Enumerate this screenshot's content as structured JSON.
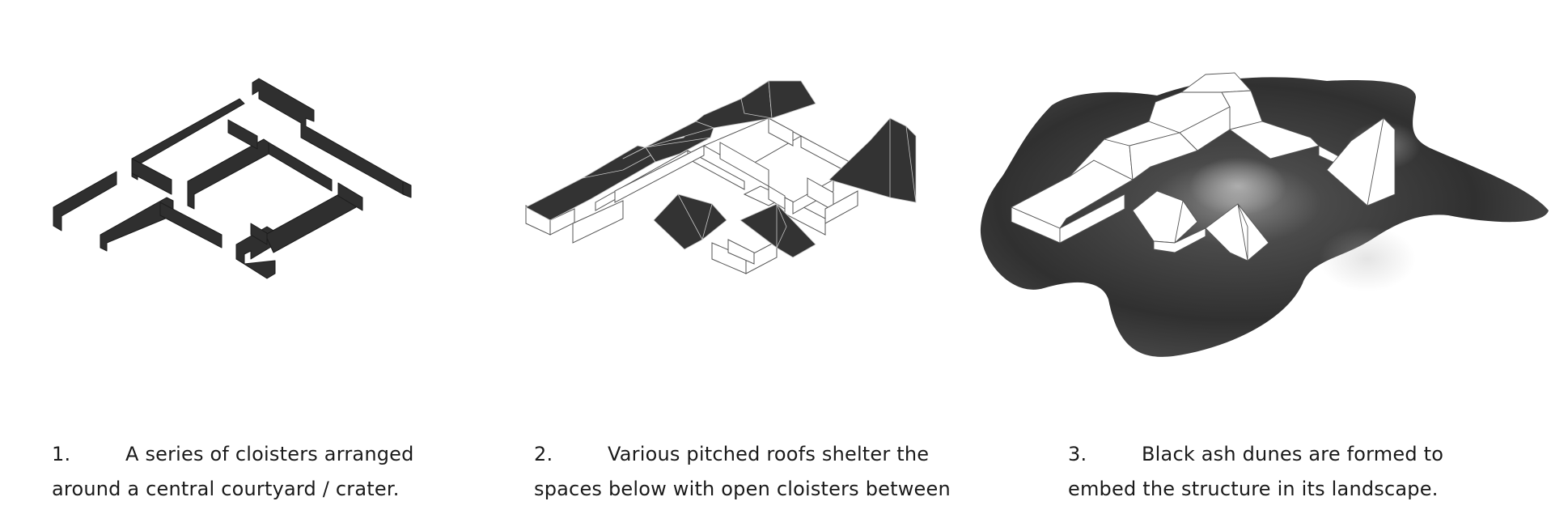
{
  "steps": [
    {
      "number": "1.",
      "line1": "A series of cloisters arranged",
      "line2": "around a central courtyard / crater.",
      "icon": "cloister-walls-axonometric"
    },
    {
      "number": "2.",
      "line1": "Various pitched roofs shelter the",
      "line2": "spaces below with open cloisters between",
      "icon": "pitched-roofs-axonometric"
    },
    {
      "number": "3.",
      "line1": "Black ash dunes are formed to",
      "line2": "embed the structure in its landscape.",
      "icon": "ash-dune-landscape-axonometric"
    }
  ],
  "colors": {
    "wall": "#2f2f2f",
    "roof": "#333333",
    "outline": "#444444",
    "ash": "#3a3a3a",
    "background": "#ffffff"
  }
}
